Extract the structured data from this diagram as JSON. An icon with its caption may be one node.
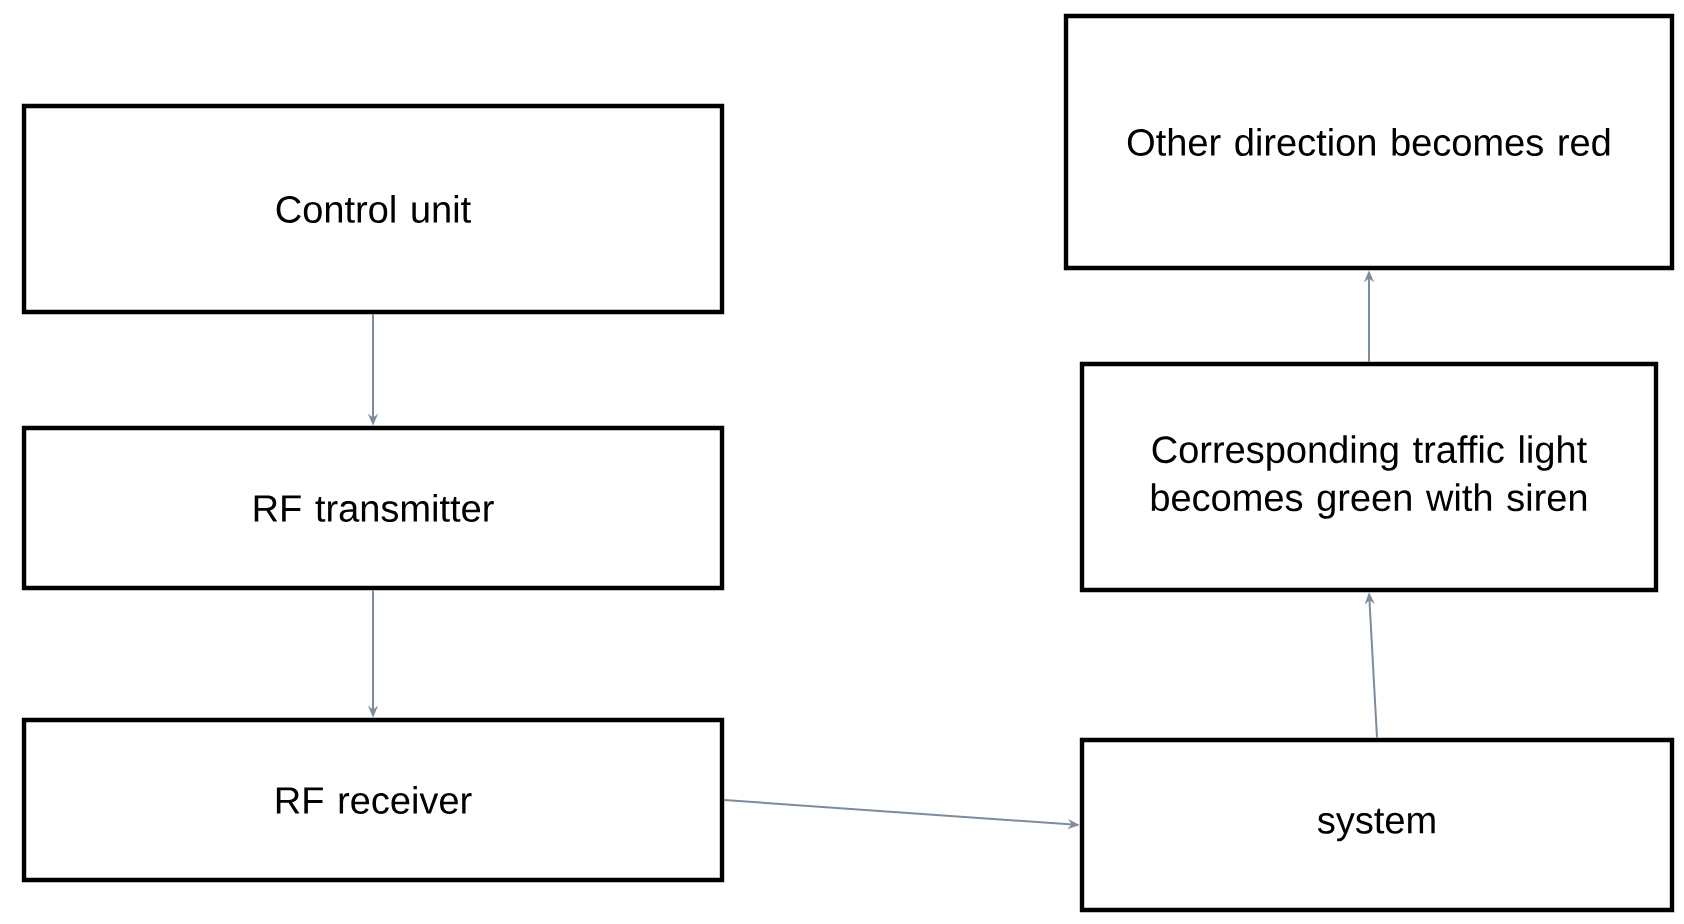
{
  "diagram": {
    "nodes": [
      {
        "text": [
          "Control unit"
        ]
      },
      {
        "text": [
          "RF transmitter"
        ]
      },
      {
        "text": [
          "RF receiver"
        ]
      },
      {
        "text": [
          "system"
        ]
      },
      {
        "text": [
          "Corresponding traffic light becomes green with siren"
        ]
      },
      {
        "text": [
          "Other direction becomes red"
        ]
      }
    ],
    "edges": [
      {
        "from": 0,
        "to": 1,
        "arrow": "to"
      },
      {
        "from": 1,
        "to": 2,
        "arrow": "to"
      },
      {
        "from": 2,
        "to": 3,
        "arrow": "to"
      },
      {
        "from": 3,
        "to": 4,
        "arrow": "to"
      },
      {
        "from": 4,
        "to": 5,
        "arrow": "to"
      }
    ]
  }
}
